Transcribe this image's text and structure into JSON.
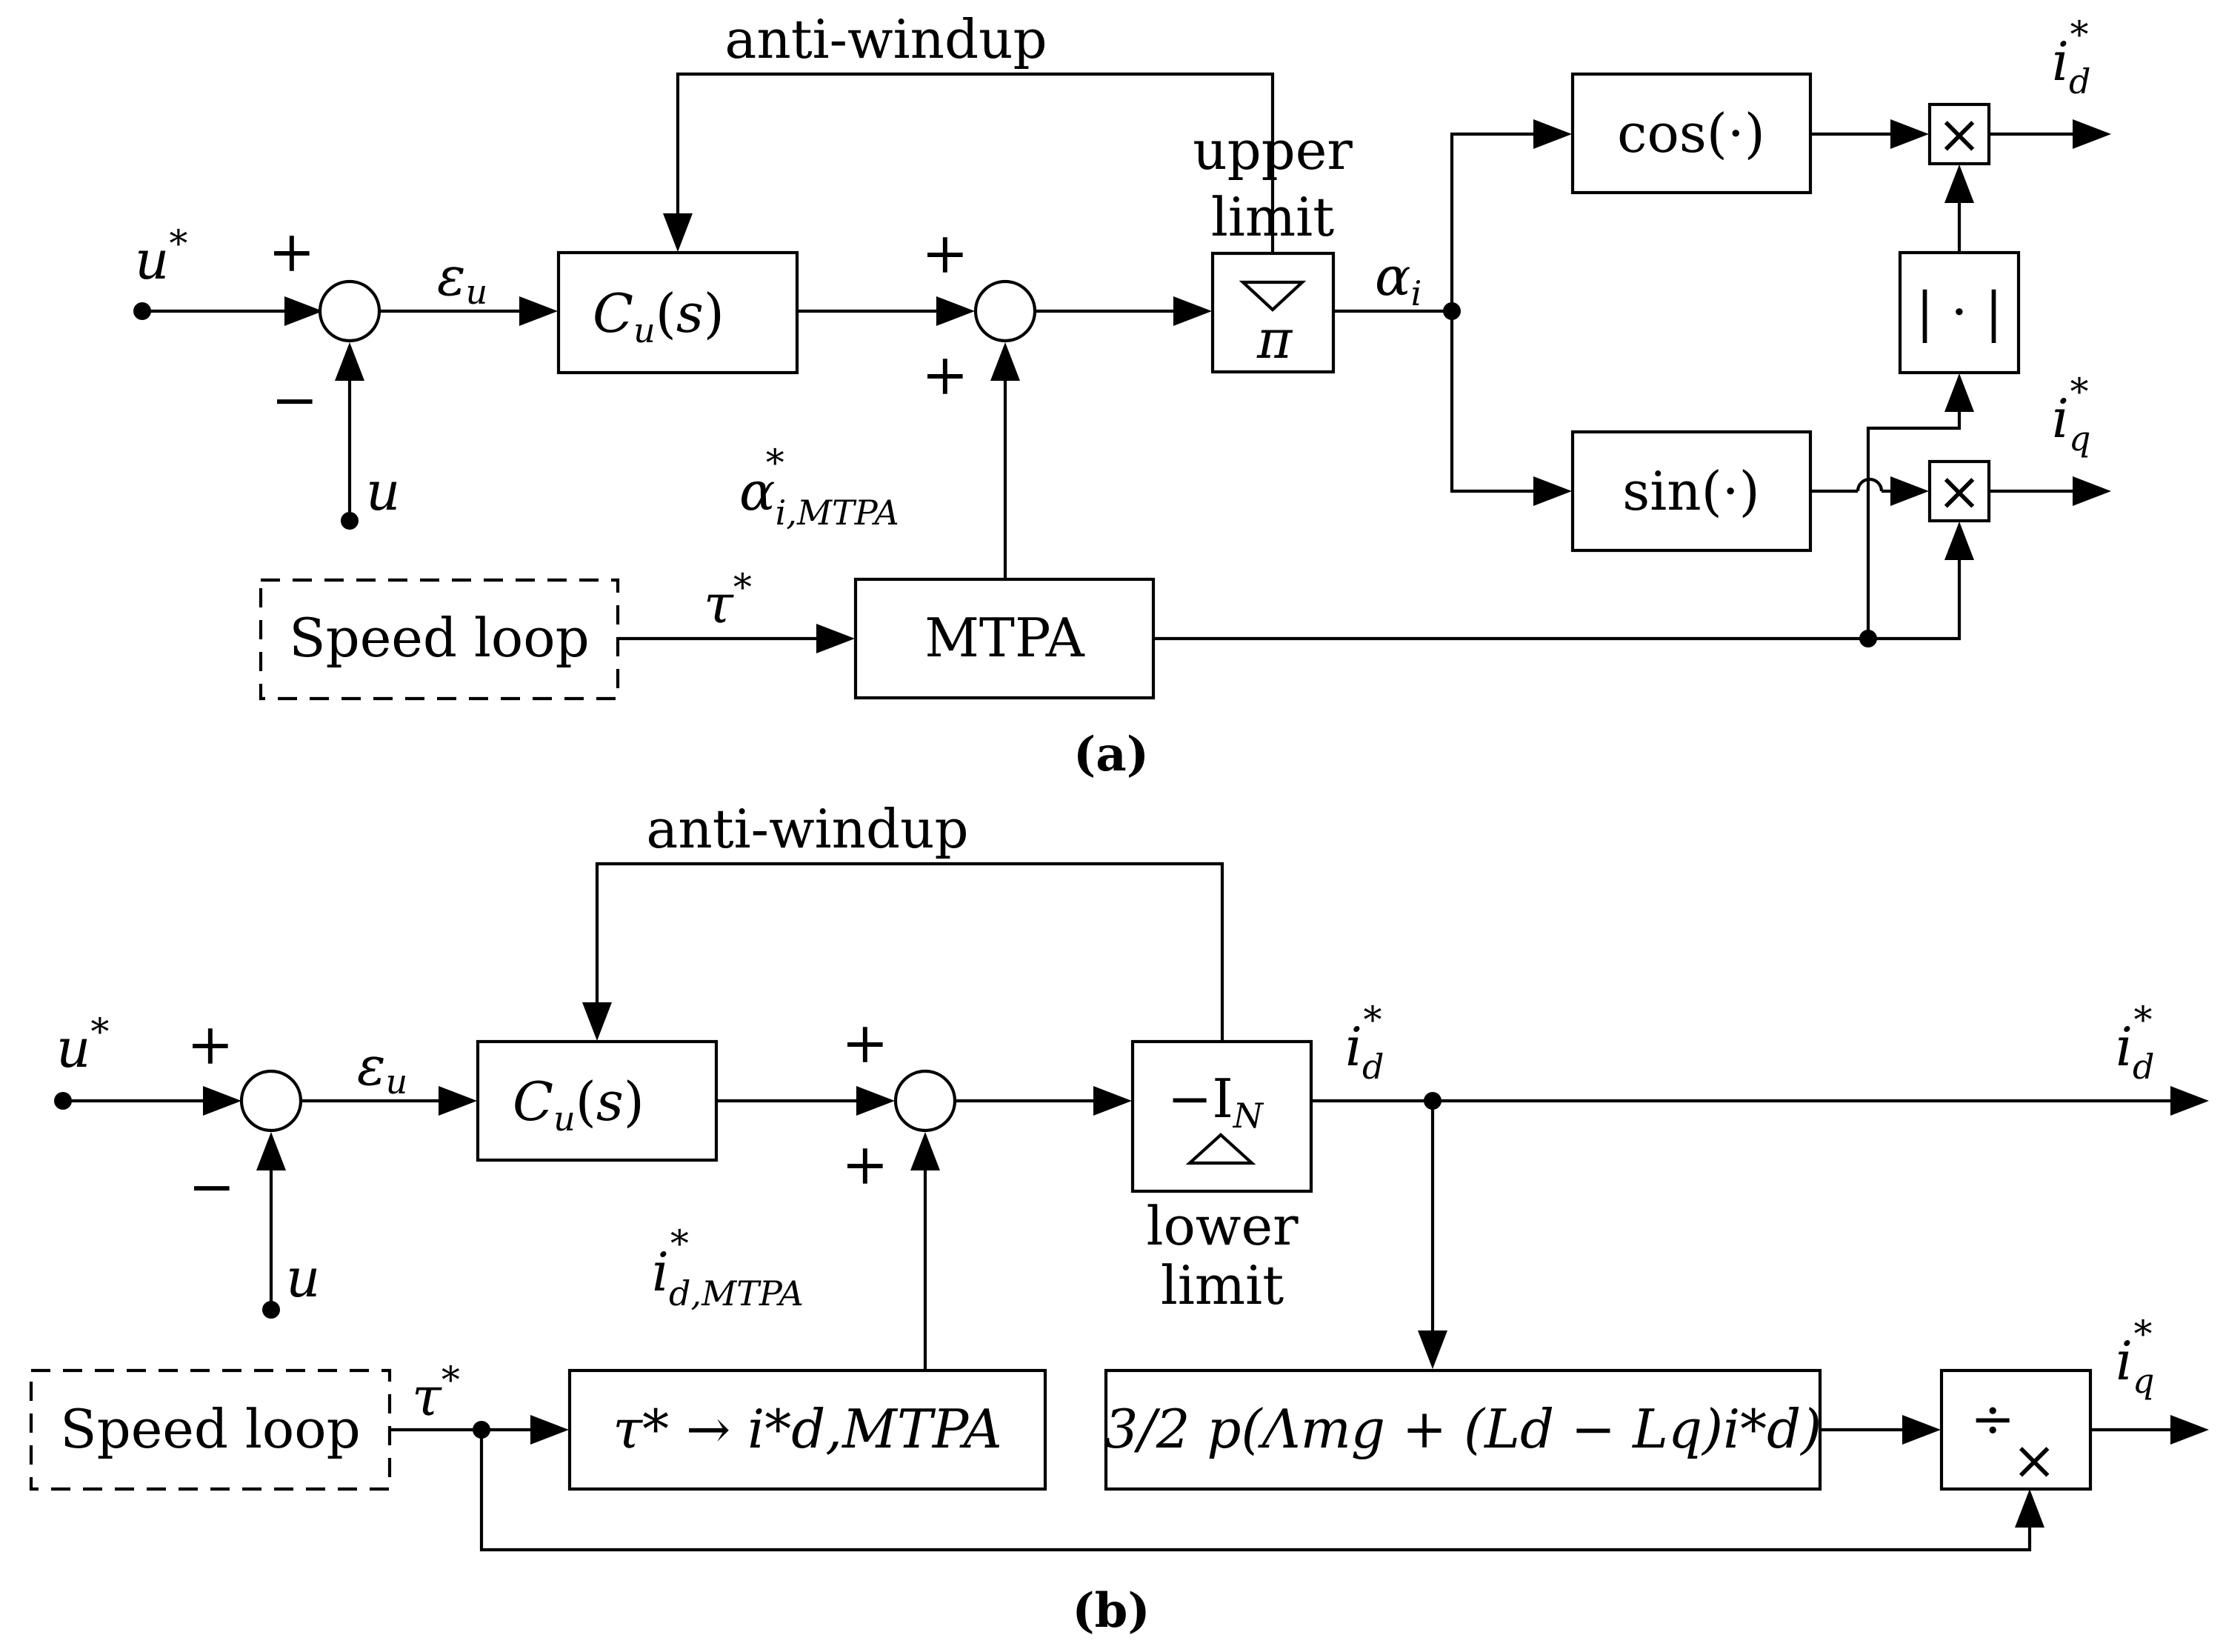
{
  "panel_a": {
    "caption": "(a)",
    "feedback_label": "anti-windup",
    "input_var": "u",
    "input_star": "*",
    "error_var": "ε",
    "error_sub": "u",
    "measured_var": "u",
    "plus_sign_1": "+",
    "minus_sign_1": "−",
    "plus_sign_2": "+",
    "plus_sign_3": "+",
    "controller": "C_u(s)",
    "limiter_label_line1": "upper",
    "limiter_label_line2": "limit",
    "limiter_symbol": "π",
    "angle_var": "α",
    "angle_sub": "i",
    "mtpa_ref_var": "α",
    "mtpa_ref_sub": "i,MTPA",
    "mtpa_ref_star": "*",
    "speed_block": "Speed loop",
    "torque_var": "τ",
    "torque_star": "*",
    "mtpa_block": "MTPA",
    "cos_block": "cos(·)",
    "sin_block": "sin(·)",
    "abs_block": "| · |",
    "mult_symbol": "×",
    "out_d_var": "i",
    "out_d_sub": "d",
    "out_q_var": "i",
    "out_q_sub": "q",
    "out_star": "*"
  },
  "panel_b": {
    "caption": "(b)",
    "feedback_label": "anti-windup",
    "input_var": "u",
    "input_star": "*",
    "error_var": "ε",
    "error_sub": "u",
    "measured_var": "u",
    "plus_sign_1": "+",
    "minus_sign_1": "−",
    "plus_sign_2": "+",
    "plus_sign_3": "+",
    "controller": "C_u(s)",
    "limiter_value": "−I",
    "limiter_value_sub": "N",
    "limiter_label_line1": "lower",
    "limiter_label_line2": "limit",
    "mtpa_ref_var": "i",
    "mtpa_ref_sub": "d,MTPA",
    "mtpa_ref_star": "*",
    "speed_block": "Speed loop",
    "torque_var": "τ",
    "torque_star": "*",
    "mtpa_block": "τ* → i*d,MTPA",
    "torque_block": "3/2 p(Λmg + (Ld − Lq)i*d)",
    "div_symbol": "÷",
    "mult_symbol": "×",
    "id_var": "i",
    "id_sub": "d",
    "out_d_var": "i",
    "out_d_sub": "d",
    "out_q_var": "i",
    "out_q_sub": "q",
    "out_star": "*"
  },
  "colors": {
    "line": "#000000",
    "background": "#ffffff"
  }
}
